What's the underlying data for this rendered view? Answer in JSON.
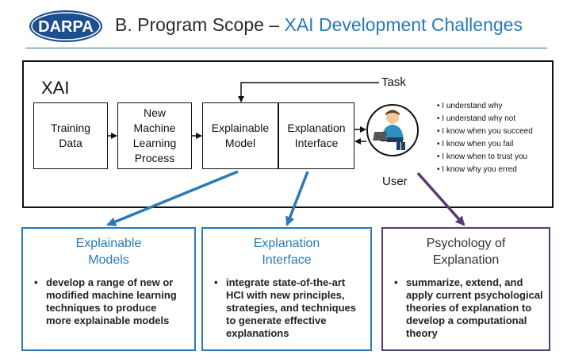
{
  "header": {
    "logo_text": "DARPA",
    "title_prefix": "B. Program Scope – ",
    "title_accent": "XAI Development Challenges"
  },
  "diagram": {
    "frame_label": "XAI",
    "boxes": {
      "training_line1": "Training",
      "training_line2": "Data",
      "process_line1": "New",
      "process_line2": "Machine",
      "process_line3": "Learning",
      "process_line4": "Process",
      "model_line1": "Explainable",
      "model_line2": "Model",
      "interface_line1": "Explanation",
      "interface_line2": "Interface"
    },
    "task_label": "Task",
    "user_label": "User",
    "user_statements": [
      "I understand why",
      "I understand why not",
      "I know when you succeed",
      "I know when you fail",
      "I know when to trust you",
      "I know why you erred"
    ]
  },
  "panels": {
    "models": {
      "title_line1": "Explainable",
      "title_line2": "Models",
      "body": "develop a range of new or modified machine learning techniques to produce more explainable models"
    },
    "interface": {
      "title_line1": "Explanation",
      "title_line2": "Interface",
      "body": "integrate state-of-the-art HCI with new principles, strategies, and techniques to generate effective explanations"
    },
    "psychology": {
      "title_line1": "Psychology of",
      "title_line2": "Explanation",
      "body": "summarize, extend, and apply current psychological theories of explanation to develop a computational theory"
    }
  },
  "colors": {
    "accent_blue": "#2a7ab8",
    "accent_purple": "#5a3a72",
    "logo_blue": "#1d4f8f"
  },
  "icons": [
    "darpa-logo",
    "user-at-laptop-icon"
  ]
}
